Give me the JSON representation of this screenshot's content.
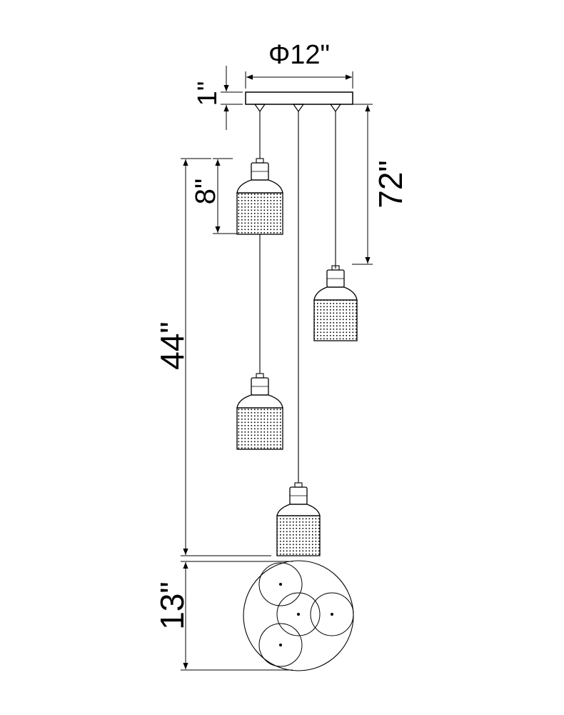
{
  "dimensions": {
    "diameter": "Φ12\"",
    "canopy_height": "1\"",
    "shade_height": "8\"",
    "max_drop": "72\"",
    "top_drop": "44\"",
    "canopy_plan": "13\""
  },
  "colors": {
    "line": "#000000",
    "background": "#ffffff"
  }
}
